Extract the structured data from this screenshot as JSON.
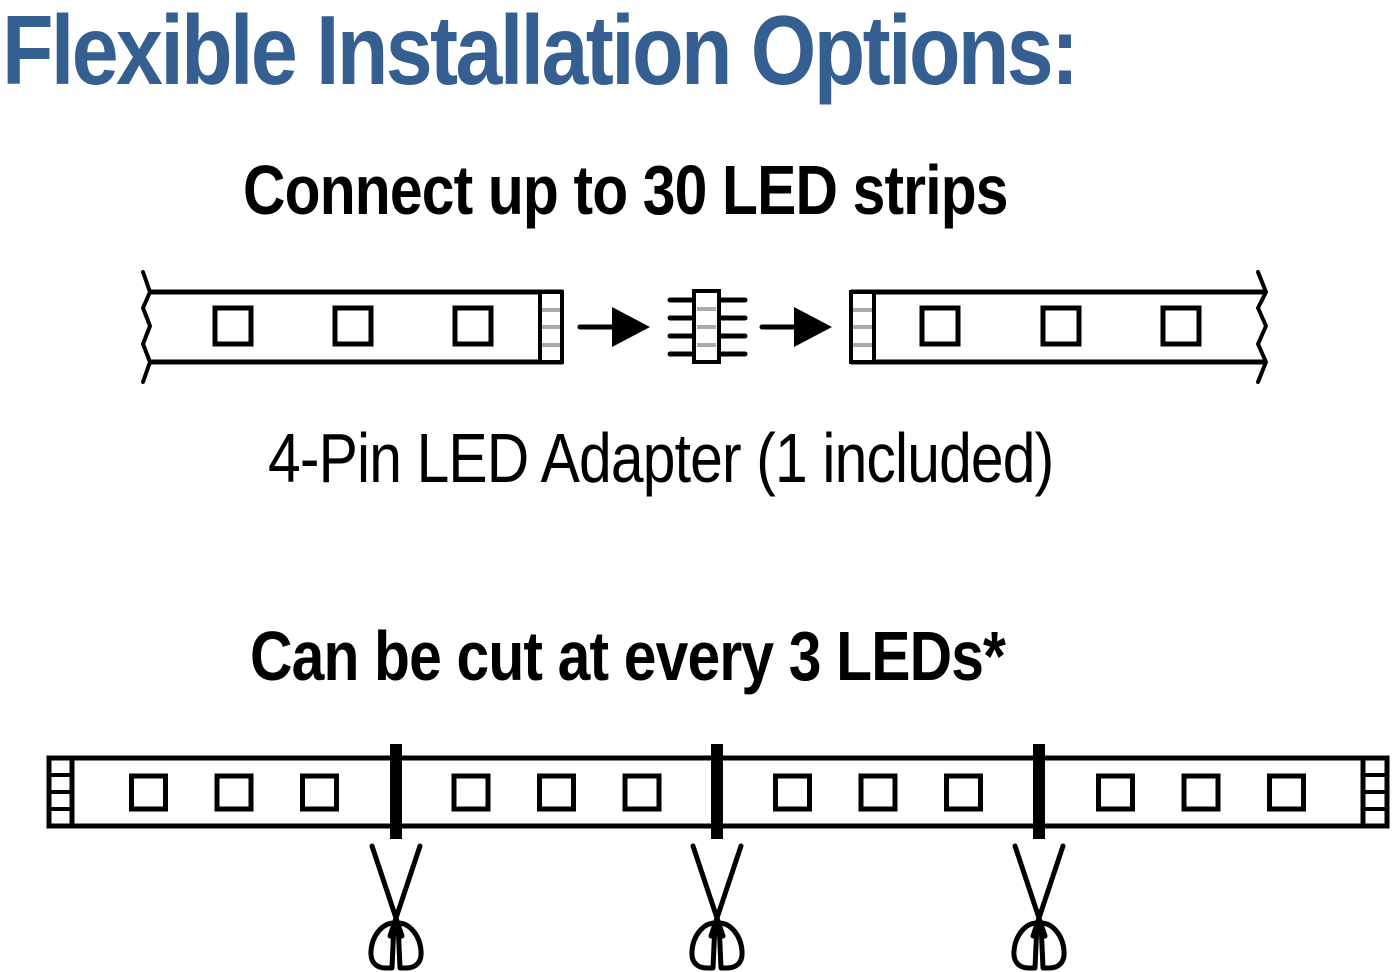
{
  "title": "Flexible Installation Options:",
  "title_color": "#365f91",
  "section_connect": {
    "heading": "Connect up to 30 LED strips",
    "caption": "4-Pin LED Adapter (1 included)",
    "strip_left_leds": 3,
    "strip_right_leds": 3,
    "adapter_pins": 4
  },
  "section_cut": {
    "heading": "Can be cut at every 3 LEDs*",
    "segments": 4,
    "leds_per_segment": 3,
    "cut_points": 3
  },
  "icons": {
    "arrow": "arrow-right-icon",
    "scissors": "scissors-icon",
    "led": "led-square-icon",
    "adapter": "four-pin-adapter-icon"
  }
}
